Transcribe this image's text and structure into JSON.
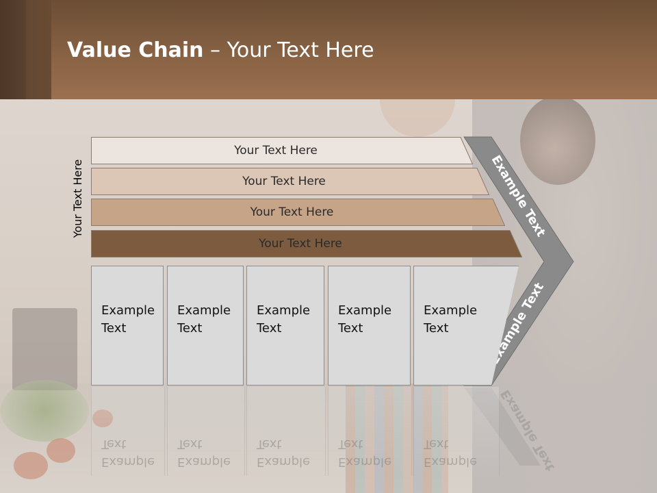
{
  "title": {
    "bold": "Value Chain",
    "rest": " – Your Text Here"
  },
  "side_label": "Your Text Here",
  "bars": [
    {
      "label": "Your Text Here",
      "color": "#ece4de"
    },
    {
      "label": "Your Text Here",
      "color": "#dcc6b6"
    },
    {
      "label": "Your Text Here",
      "color": "#c6a488"
    },
    {
      "label": "Your Text Here",
      "color": "#7c5b3e"
    }
  ],
  "boxes": [
    {
      "line1": "Example",
      "line2": "Text"
    },
    {
      "line1": "Example",
      "line2": "Text"
    },
    {
      "line1": "Example",
      "line2": "Text"
    },
    {
      "line1": "Example",
      "line2": "Text"
    },
    {
      "line1": "Example",
      "line2": "Text"
    }
  ],
  "chevron": {
    "upper_label": "Example Text",
    "lower_label": "Example Text",
    "color": "#8a8a8a"
  },
  "colors": {
    "header": "#8a6445",
    "box_fill": "#dadada"
  }
}
